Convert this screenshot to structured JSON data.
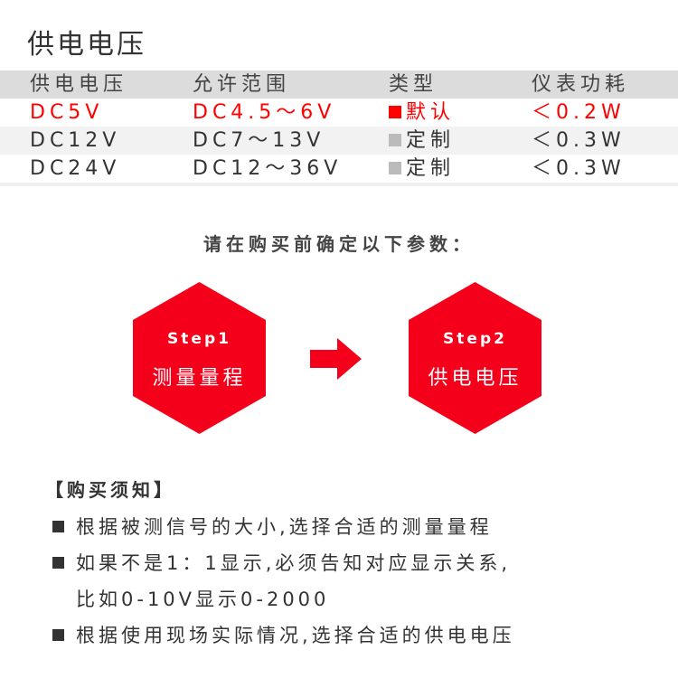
{
  "title": "供电电压",
  "table": {
    "headers": [
      "供电电压",
      "允许范围",
      "类型",
      "仪表功耗"
    ],
    "rows": [
      {
        "voltage": "DC5V",
        "range": "DC4.5～6V",
        "type": "默认",
        "power": "＜0.2W",
        "marker_color": "#ff0000"
      },
      {
        "voltage": "DC12V",
        "range": "DC7～13V",
        "type": "定制",
        "power": "＜0.3W",
        "marker_color": "#bbbbbb"
      },
      {
        "voltage": "DC24V",
        "range": "DC12～36V",
        "type": "定制",
        "power": "＜0.3W",
        "marker_color": "#bbbbbb"
      }
    ]
  },
  "steps_heading": "请在购买前确定以下参数：",
  "steps": [
    {
      "step": "Step1",
      "label": "测量量程"
    },
    {
      "step": "Step2",
      "label": "供电电压"
    }
  ],
  "accent": "#f5001a",
  "notes": {
    "title": "【购买须知】",
    "items": [
      "根据被测信号的大小,选择合适的测量量程",
      "如果不是1：1显示,必须告知对应显示关系,",
      "比如0-10V显示0-2000",
      "根据使用现场实际情况,选择合适的供电电压"
    ]
  }
}
